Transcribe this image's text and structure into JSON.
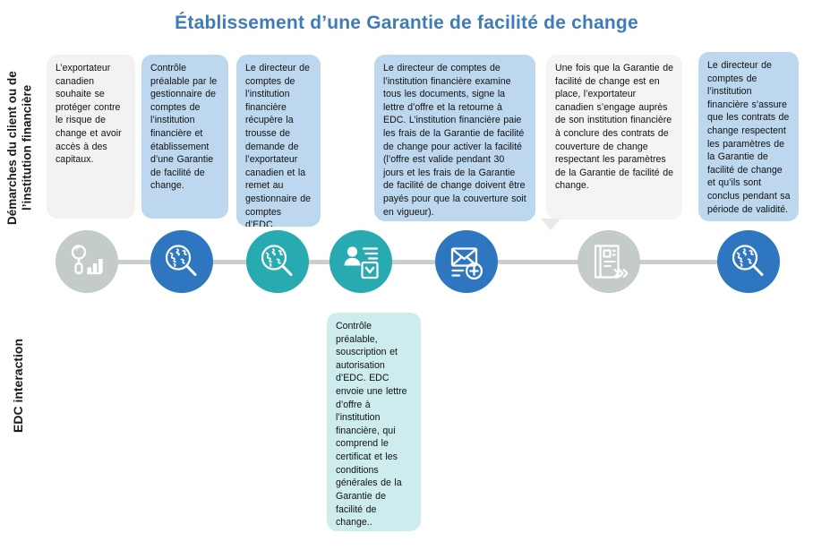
{
  "title": "Établissement d’une Garantie de facilité de change",
  "lanes": [
    {
      "id": "client-fi",
      "label": "Démarches du client ou de\nl’institution financière"
    },
    {
      "id": "edc",
      "label": "EDC interaction"
    }
  ],
  "colors": {
    "title": "#3d7cb8",
    "blue_box": "#bdd7ee",
    "teal_box": "#cdeced",
    "white_box": "#f4f4f4",
    "gray_box": "#f2f2f2",
    "node_gray": "#c3ccc6",
    "node_blue": "#2f76c0",
    "node_teal": "#27aab0",
    "connector": "#c9cfcc"
  },
  "steps": [
    {
      "index": 1,
      "lane": "client-fi",
      "icon": "magnifier-bar-chart-icon",
      "node_color": "#c3ccc6",
      "box_style": "gray",
      "text": "L’exportateur canadien souhaite se protéger contre le risque de change et avoir accès à des capitaux."
    },
    {
      "index": 2,
      "lane": "client-fi",
      "icon": "globe-magnifier-icon",
      "node_color": "#2f76c0",
      "box_style": "blue",
      "text": "Contrôle préalable par le gestionnaire de comptes de l’institution financière et établissement d’une Garantie de facilité de change."
    },
    {
      "index": 3,
      "lane": "client-fi",
      "icon": "globe-magnifier-icon",
      "node_color": "#27aab0",
      "box_style": "blue",
      "text": "Le directeur de comptes de l’institution financière récupère la trousse de demande de l’exportateur canadien et la remet au gestionnaire de comptes d’EDC."
    },
    {
      "index": 4,
      "lane": "edc",
      "icon": "person-approval-icon",
      "node_color": "#27aab0",
      "box_style": "teal",
      "text": "Contrôle préalable, souscription et autorisation d’EDC. EDC envoie une lettre d’offre à l’institution financière, qui comprend le certificat et les conditions générales de la Garantie de facilité de change.."
    },
    {
      "index": 5,
      "lane": "client-fi",
      "icon": "envelope-plus-icon",
      "node_color": "#2f76c0",
      "box_style": "blue",
      "text": "Le directeur de comptes de l’institution financière examine tous les documents, signe la lettre d’offre et la retourne à EDC. L’institution financière paie les frais de la Garantie de facilité de change pour activer la facilité (l’offre est valide pendant 30 jours et les frais de la Garantie de facilité de change doivent être payés pour que la couverture soit en vigueur)."
    },
    {
      "index": 6,
      "lane": "client-fi",
      "icon": "contract-document-icon",
      "node_color": "#c3ccc6",
      "box_style": "white",
      "text": "Une fois que la Garantie de facilité de change est en place, l’exportateur canadien s’engage auprès de son institution financière à conclure des contrats de couverture de change respectant les paramètres de la Garantie de facilité de change."
    },
    {
      "index": 7,
      "lane": "client-fi",
      "icon": "globe-magnifier-icon",
      "node_color": "#2f76c0",
      "box_style": "blue",
      "text": "Le directeur de comptes de l’institution financière s’assure que les contrats de change respectent les paramètres de la Garantie de facilité de change et qu’ils sont conclus pendant sa période de validité."
    }
  ]
}
